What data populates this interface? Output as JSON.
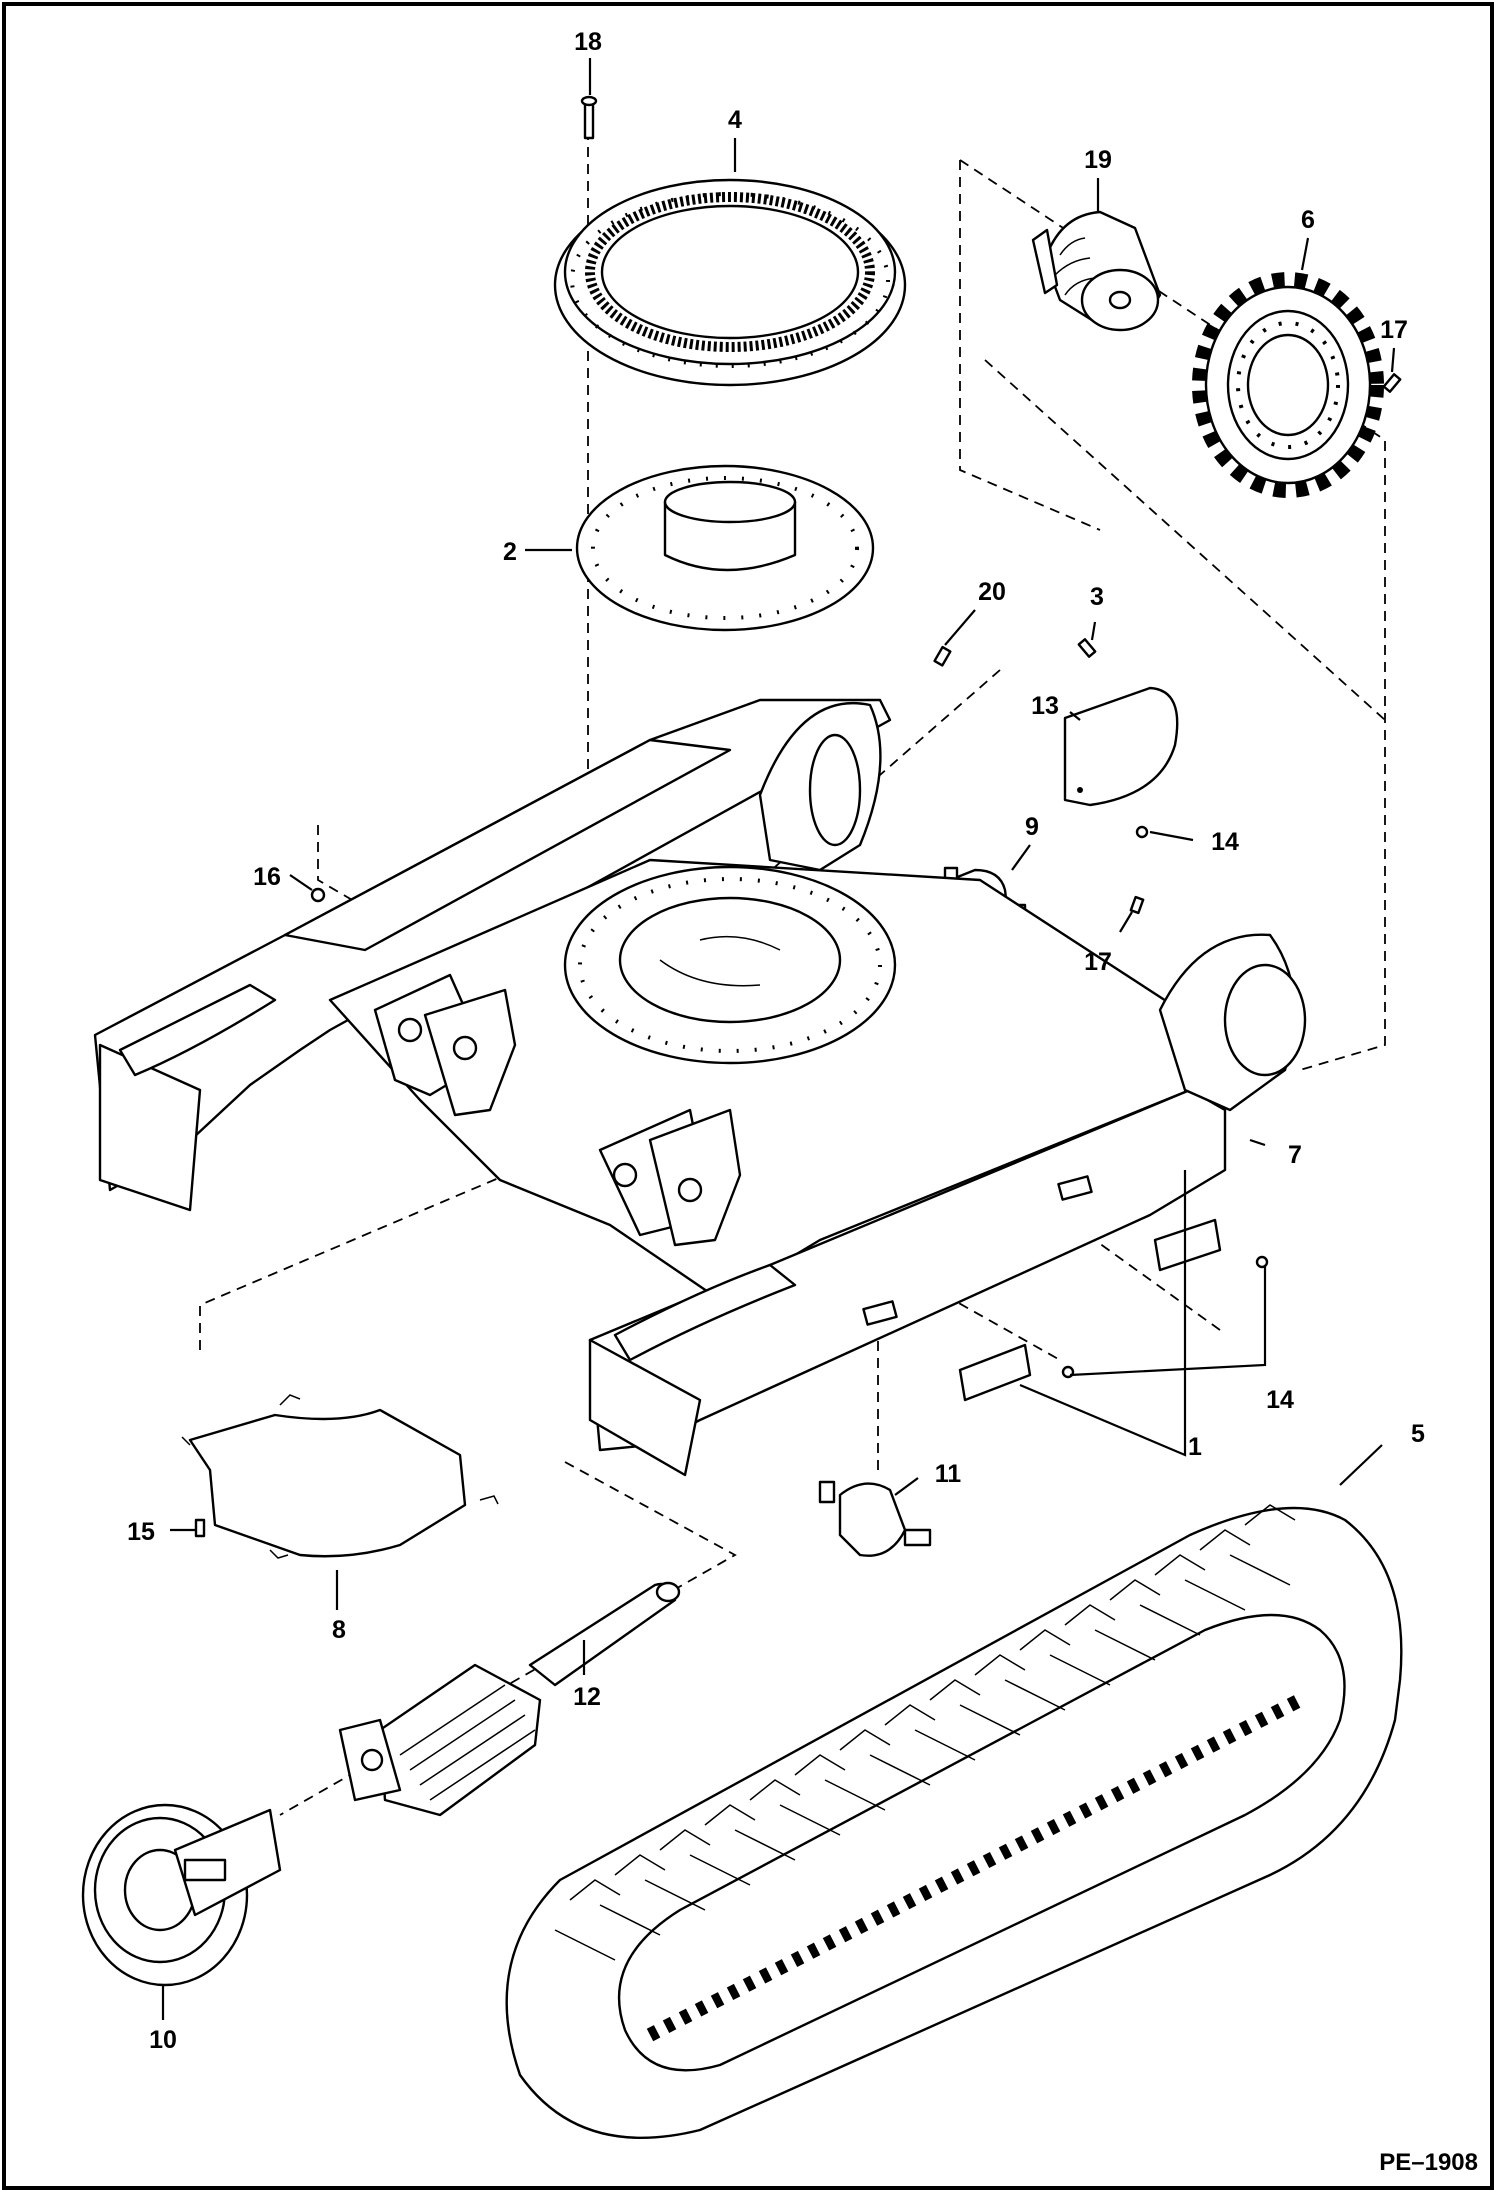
{
  "callouts": [
    {
      "id": "1",
      "text": "1"
    },
    {
      "id": "2",
      "text": "2"
    },
    {
      "id": "3",
      "text": "3"
    },
    {
      "id": "4",
      "text": "4"
    },
    {
      "id": "5",
      "text": "5"
    },
    {
      "id": "6",
      "text": "6"
    },
    {
      "id": "7",
      "text": "7"
    },
    {
      "id": "8",
      "text": "8"
    },
    {
      "id": "9",
      "text": "9"
    },
    {
      "id": "10",
      "text": "10"
    },
    {
      "id": "11",
      "text": "11"
    },
    {
      "id": "12",
      "text": "12"
    },
    {
      "id": "13",
      "text": "13"
    },
    {
      "id": "14a",
      "text": "14"
    },
    {
      "id": "14b",
      "text": "14"
    },
    {
      "id": "15",
      "text": "15"
    },
    {
      "id": "16",
      "text": "16"
    },
    {
      "id": "17a",
      "text": "17"
    },
    {
      "id": "17b",
      "text": "17"
    },
    {
      "id": "18",
      "text": "18"
    },
    {
      "id": "19",
      "text": "19"
    },
    {
      "id": "20",
      "text": "20"
    }
  ],
  "figure_code": "PE–1908",
  "colors": {
    "ink": "#000000",
    "paper": "#ffffff"
  }
}
